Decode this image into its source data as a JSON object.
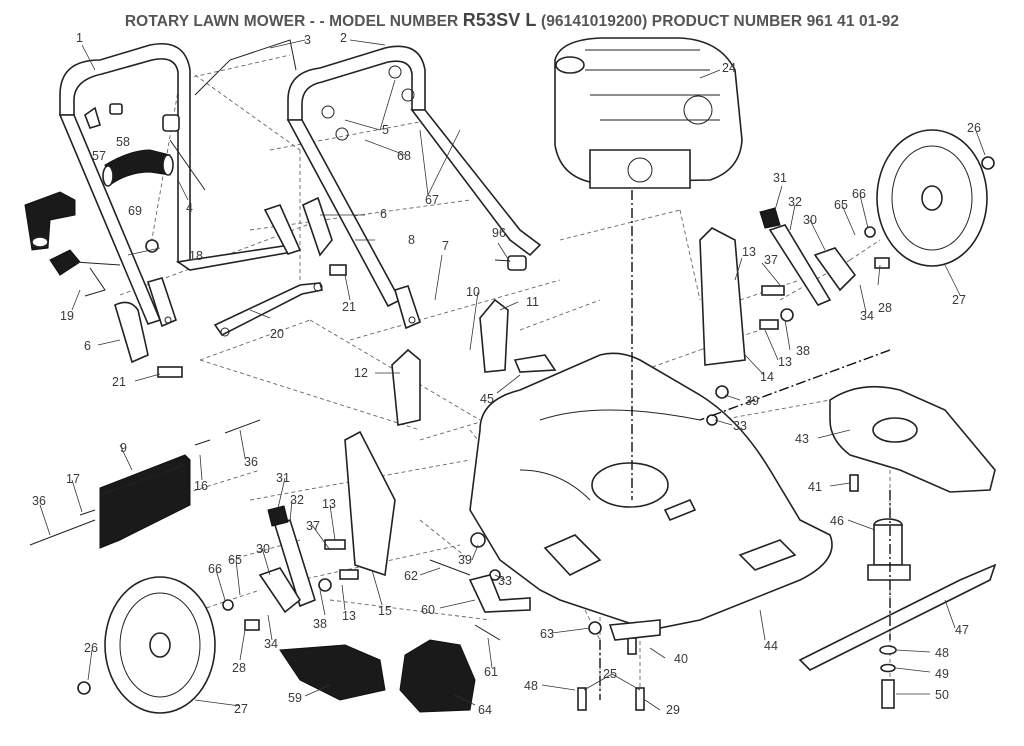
{
  "header": {
    "prefix": "ROTARY LAWN MOWER - - MODEL NUMBER",
    "model": "R53SV L",
    "suffix": "(96141019200) PRODUCT NUMBER 961 41 01-92"
  },
  "callouts": {
    "c1": "1",
    "c2": "2",
    "c3": "3",
    "c4": "4",
    "c5": "5",
    "c6a": "6",
    "c6b": "6",
    "c7": "7",
    "c8": "8",
    "c9": "9",
    "c10": "10",
    "c11": "11",
    "c12": "12",
    "c13a": "13",
    "c13b": "13",
    "c13c": "13",
    "c13d": "13",
    "c14": "14",
    "c15": "15",
    "c16": "16",
    "c17": "17",
    "c18": "18",
    "c19": "19",
    "c20": "20",
    "c21a": "21",
    "c21b": "21",
    "c24": "24",
    "c25": "25",
    "c26a": "26",
    "c26b": "26",
    "c27a": "27",
    "c27b": "27",
    "c28a": "28",
    "c28b": "28",
    "c29": "29",
    "c30a": "30",
    "c30b": "30",
    "c31a": "31",
    "c31b": "31",
    "c32a": "32",
    "c32b": "32",
    "c33a": "33",
    "c33b": "33",
    "c34a": "34",
    "c34b": "34",
    "c36a": "36",
    "c36b": "36",
    "c37a": "37",
    "c37b": "37",
    "c38a": "38",
    "c38b": "38",
    "c39a": "39",
    "c39b": "39",
    "c40": "40",
    "c41": "41",
    "c43": "43",
    "c44": "44",
    "c45": "45",
    "c46": "46",
    "c47": "47",
    "c48a": "48",
    "c48b": "48",
    "c49": "49",
    "c50": "50",
    "c57": "57",
    "c58": "58",
    "c59": "59",
    "c60": "60",
    "c61": "61",
    "c62": "62",
    "c63": "63",
    "c64": "64",
    "c65a": "65",
    "c65b": "65",
    "c66a": "66",
    "c66b": "66",
    "c67": "67",
    "c68": "68",
    "c69": "69",
    "c96": "96"
  }
}
